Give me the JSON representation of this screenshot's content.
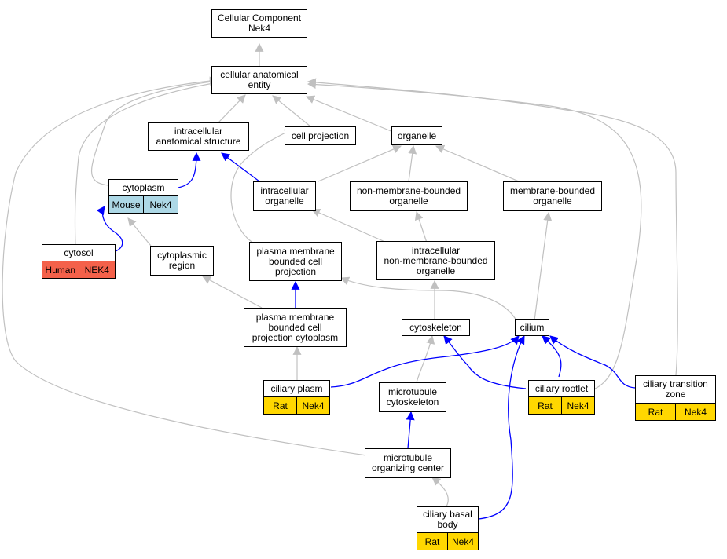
{
  "colors": {
    "edge_gray": "#c0c0c0",
    "edge_blue": "#0000ff",
    "human": "#f4614a",
    "mouse": "#add8e6",
    "rat": "#ffd700"
  },
  "nodes": {
    "root": "Cellular Component\nNek4",
    "cellular_anatomical_entity": "cellular anatomical\nentity",
    "intracellular_anatomical_structure": "intracellular\nanatomical structure",
    "cell_projection": "cell projection",
    "organelle": "organelle",
    "cytoplasm": "cytoplasm",
    "intracellular_organelle": "intracellular\norganelle",
    "non_membrane_bounded_organelle": "non-membrane-bounded\norganelle",
    "membrane_bounded_organelle": "membrane-bounded\norganelle",
    "cytosol": "cytosol",
    "cytoplasmic_region": "cytoplasmic\nregion",
    "plasma_membrane_bounded_cell_projection": "plasma membrane\nbounded cell\nprojection",
    "intracellular_non_membrane_bounded_organelle": "intracellular\nnon-membrane-bounded\norganelle",
    "pm_bounded_cell_projection_cytoplasm": "plasma membrane\nbounded cell\nprojection cytoplasm",
    "cytoskeleton": "cytoskeleton",
    "cilium": "cilium",
    "ciliary_plasm": "ciliary plasm",
    "microtubule_cytoskeleton": "microtubule\ncytoskeleton",
    "ciliary_rootlet": "ciliary rootlet",
    "ciliary_transition_zone": "ciliary transition\nzone",
    "microtubule_organizing_center": "microtubule\norganizing center",
    "ciliary_basal_body": "ciliary basal\nbody"
  },
  "annotations": {
    "cytoplasm": [
      "Mouse",
      "Nek4"
    ],
    "cytosol": [
      "Human",
      "NEK4"
    ],
    "ciliary_plasm": [
      "Rat",
      "Nek4"
    ],
    "ciliary_rootlet": [
      "Rat",
      "Nek4"
    ],
    "ciliary_transition_zone": [
      "Rat",
      "Nek4"
    ],
    "ciliary_basal_body": [
      "Rat",
      "Nek4"
    ]
  }
}
